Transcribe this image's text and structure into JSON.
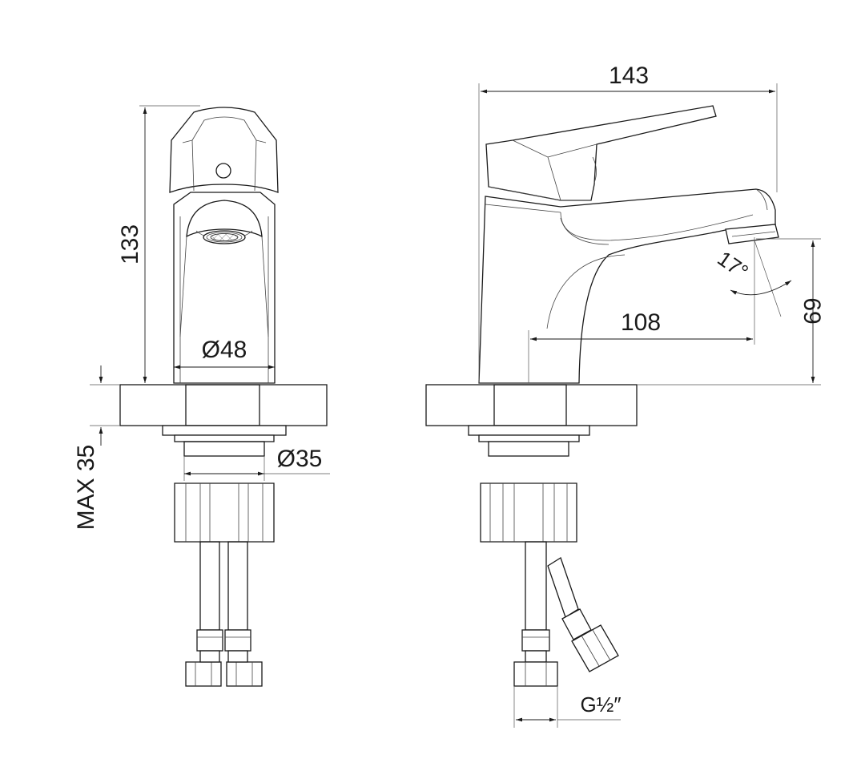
{
  "dimensions": {
    "width_total": "143",
    "height_total": "133",
    "spout_reach": "108",
    "spout_height": "69",
    "body_diameter": "Ø48",
    "thread_diameter": "Ø35",
    "max_deck_thickness": "MAX 35",
    "spout_angle": "17°",
    "connection_thread": "G½″"
  },
  "colors": {
    "line": "#1a1a1a",
    "background": "#ffffff",
    "hatch": "#777777"
  }
}
